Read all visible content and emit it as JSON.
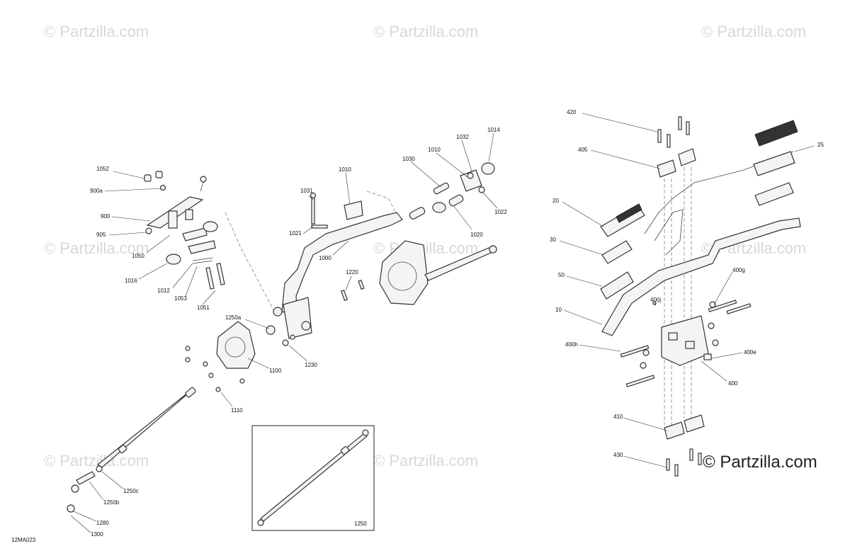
{
  "diagram_code": "12MA023",
  "watermark_text": "© Partzilla.com",
  "brand_logo_text": "© Partzilla.com",
  "callouts": {
    "c1052": "1052",
    "c900a": "900a",
    "c900": "900",
    "c905": "905",
    "c1050": "1050",
    "c1016": "1016",
    "c1012": "1012",
    "c1053": "1053",
    "c1051": "1051",
    "c1031": "1031",
    "c1010a": "1010",
    "c1021": "1021",
    "c1000": "1000",
    "c1030": "1030",
    "c1010b": "1010",
    "c1032": "1032",
    "c1014": "1014",
    "c1022": "1022",
    "c1020": "1020",
    "c1220": "1220",
    "c1250a": "1250a",
    "c1230": "1230",
    "c1100": "1100",
    "c1110": "1110",
    "c1250c": "1250c",
    "c1250b": "1250b",
    "c1280": "1280",
    "c1300": "1300",
    "c1250": "1250",
    "c420": "420",
    "c405": "405",
    "c25": "25",
    "c20": "20",
    "c30": "30",
    "c50": "50",
    "c10": "10",
    "c400g": "400g",
    "c400j": "400j",
    "c400h": "400h",
    "c400e": "400e",
    "c400": "400",
    "c410": "410",
    "c430": "430"
  }
}
